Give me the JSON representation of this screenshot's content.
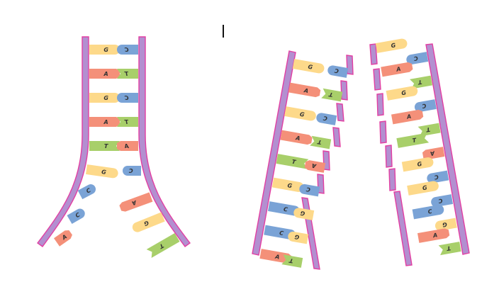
{
  "colors": {
    "G": "#fdd98a",
    "C": "#7aa3d6",
    "A": "#f49079",
    "T": "#a8cf6a",
    "backbone_fill": "#b38fd0",
    "backbone_stroke": "#e23fa2"
  },
  "left_molecule": {
    "pairs": [
      {
        "left": "G",
        "right": "C"
      },
      {
        "left": "A",
        "right": "T"
      },
      {
        "left": "G",
        "right": "C"
      },
      {
        "left": "A",
        "right": "T"
      },
      {
        "left": "T",
        "right": "A"
      }
    ],
    "left_strand_bases": [
      "G",
      "C",
      "C",
      "A"
    ],
    "right_strand_bases": [
      "C",
      "A",
      "G",
      "T"
    ]
  },
  "right_molecule": {
    "left_fragment": [
      {
        "base": "G",
        "partner": "C"
      },
      {
        "base": "A",
        "partner": "T"
      },
      {
        "base": "G",
        "partner": "C"
      },
      {
        "base": "A",
        "partner": "T"
      },
      {
        "base": "T",
        "partner": "A"
      },
      {
        "base": "G",
        "partner": "C"
      },
      {
        "base": "C",
        "partner": "G"
      },
      {
        "base": "C",
        "partner": "G"
      },
      {
        "base": "A",
        "partner": "T"
      }
    ],
    "right_fragment": [
      {
        "base": "C",
        "partner": "G"
      },
      {
        "base": "T",
        "partner": "A"
      },
      {
        "base": "C",
        "partner": "G"
      },
      {
        "base": "T",
        "partner": "A"
      },
      {
        "base": "A",
        "partner": "T"
      },
      {
        "base": "C",
        "partner": "G"
      },
      {
        "base": "C",
        "partner": "G"
      },
      {
        "base": "G",
        "partner": "C"
      },
      {
        "base": "T",
        "partner": "A"
      }
    ]
  }
}
